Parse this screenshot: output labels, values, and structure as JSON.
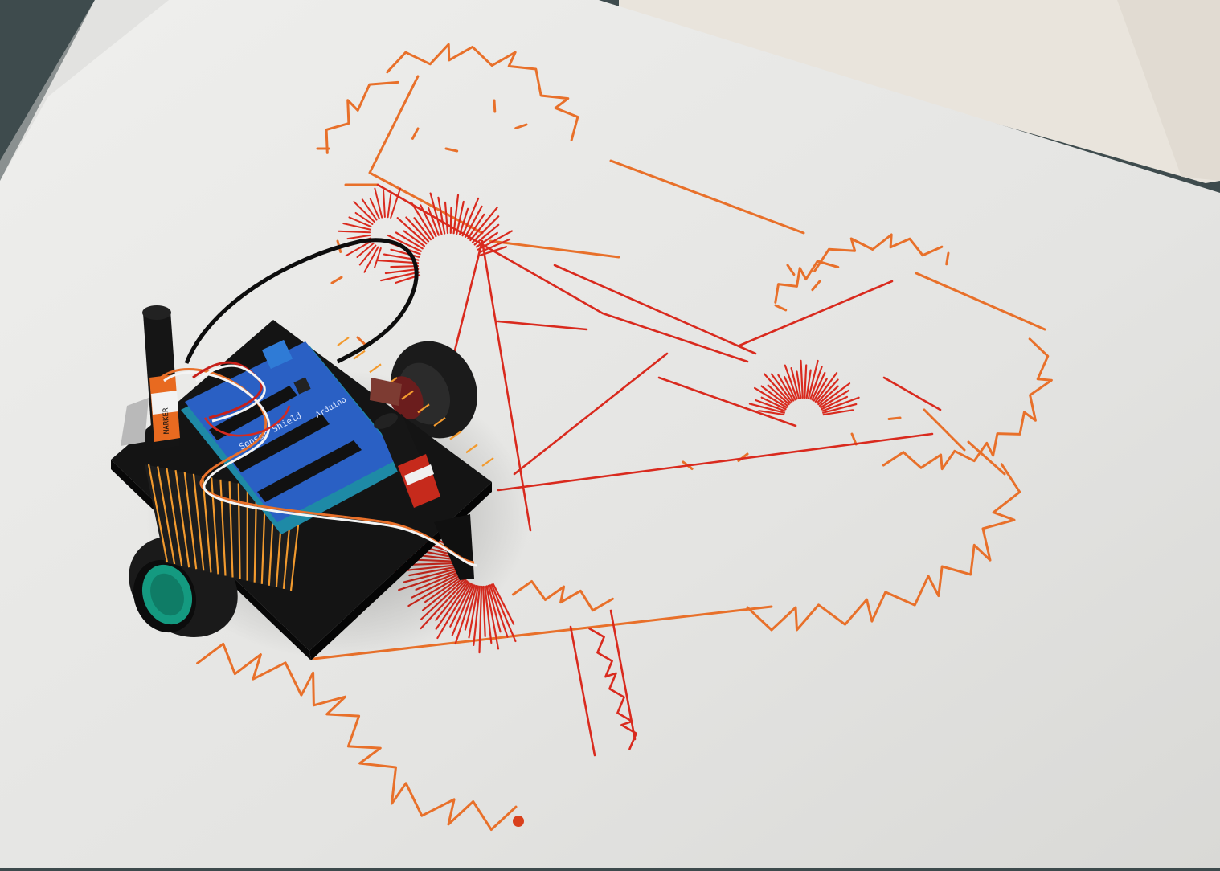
{
  "photo": {
    "subject": "drawing robot",
    "colors": {
      "wall": "#e9e4dc",
      "table_edge": "#425052",
      "paper": "#e4e4e2",
      "ink_orange": "#e8702a",
      "ink_red": "#d92a1e",
      "chassis": "#141414",
      "tire": "#1b1b1b",
      "hub": "#149a80",
      "arduino_shield": "#2a60c4",
      "thread": "#f29a2e"
    }
  },
  "robot": {
    "marker_label": "MARKER",
    "shield_label": "Sensor Shield",
    "board_label": "Arduino"
  }
}
